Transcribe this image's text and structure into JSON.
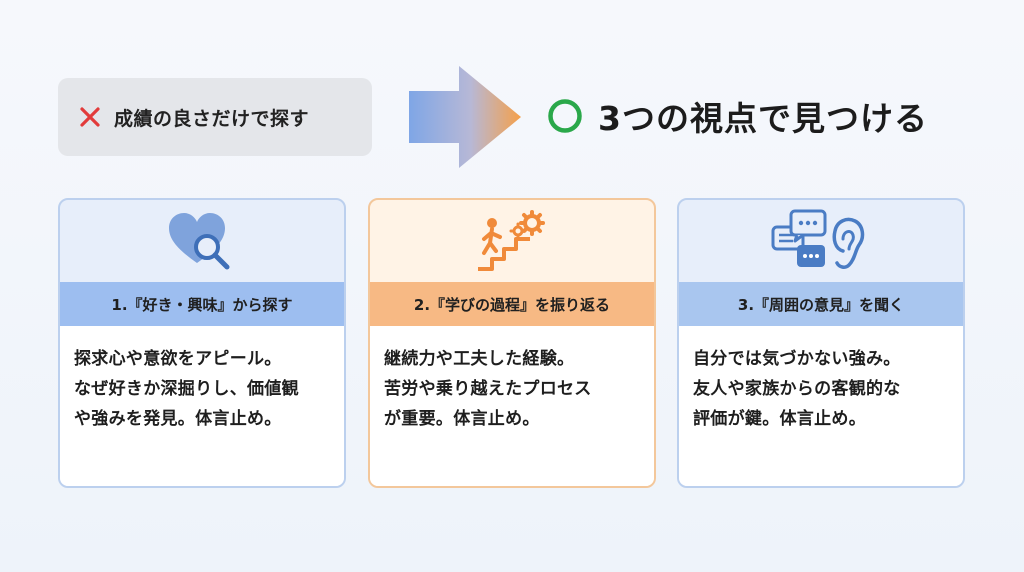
{
  "header": {
    "bad_label": "成績の良さだけで探す",
    "good_label": "3つの視点で見つける"
  },
  "colors": {
    "cross": "#e23b3b",
    "circle": "#2aa84a",
    "arrow_start": "#7fa6e6",
    "arrow_end": "#f5a04a",
    "blue_band": "#9dbef0",
    "orange_band": "#f7b984"
  },
  "cards": [
    {
      "icon": "heart-magnifier-icon",
      "heading": "1.『好き・興味』から探す",
      "lines": [
        "探求心や意欲をアピール。",
        "なぜ好きか深掘りし、価値観",
        "や強みを発見。体言止め。"
      ]
    },
    {
      "icon": "stairs-gears-icon",
      "heading": "2.『学びの過程』を振り返る",
      "lines": [
        "継続力や工夫した経験。",
        "苦労や乗り越えたプロセス",
        "が重要。体言止め。"
      ]
    },
    {
      "icon": "speech-ear-icon",
      "heading": "3.『周囲の意見』を聞く",
      "lines": [
        "自分では気づかない強み。",
        "友人や家族からの客観的な",
        "評価が鍵。体言止め。"
      ]
    }
  ]
}
